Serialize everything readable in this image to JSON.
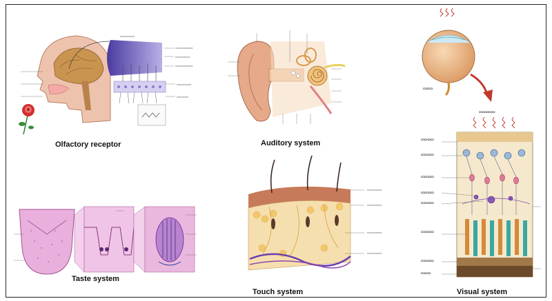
{
  "captions": {
    "olfactory": "Olfactory receptor",
    "auditory": "Auditory system",
    "taste": "Taste system",
    "touch": "Touch system",
    "visual": "Visual system"
  },
  "colors": {
    "border": "#222222",
    "skin": "#e8b7a2",
    "brain": "#c9944f",
    "olfactory_purple": "#6a5fb8",
    "ear": "#e0a480",
    "tongue": "#e6a6d8",
    "taste_bud": "#7a4aa0",
    "skin_top": "#c77a5a",
    "fat": "#f3d48a",
    "vessel": "#6a3db0",
    "eye": "#f2c091",
    "retina_bg": "#f5e6c8",
    "arrow_red": "#c0392b"
  }
}
